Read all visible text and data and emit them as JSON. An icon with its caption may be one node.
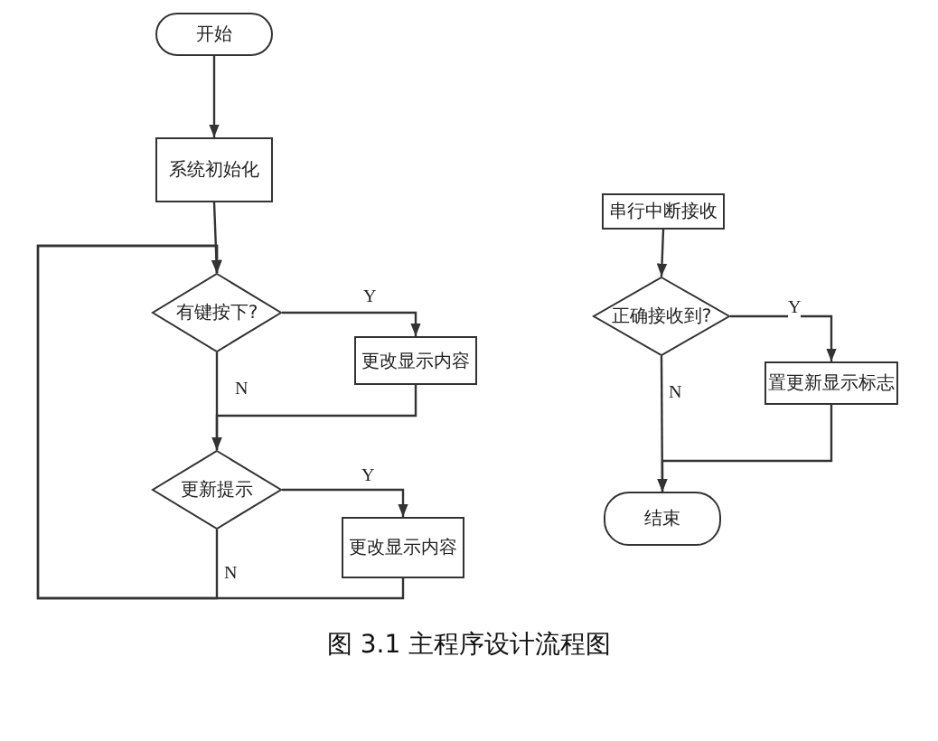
{
  "diagram": {
    "caption": "图 3.1 主程序设计流程图",
    "nodes": [
      {
        "text": [
          "开始"
        ]
      },
      {
        "text": [
          "系统初始化"
        ]
      },
      {
        "text": [
          "有键按下?"
        ]
      },
      {
        "text": [
          "更改显示内容"
        ]
      },
      {
        "text": [
          "更新提示"
        ]
      },
      {
        "text": [
          "更改显示内容"
        ]
      },
      {
        "text": [
          "串行中断接收"
        ]
      },
      {
        "text": [
          "正确接收到?"
        ]
      },
      {
        "text": [
          "置更新显示标志"
        ]
      },
      {
        "text": [
          "结束"
        ]
      }
    ],
    "edges": [
      {
        "from": 0,
        "to": 1,
        "arrow": "to"
      },
      {
        "from": 1,
        "to": 2,
        "arrow": "to"
      },
      {
        "from": 2,
        "to": 3,
        "arrow": "to",
        "label": "Y"
      },
      {
        "from": 2,
        "to": 4,
        "arrow": "to",
        "label": "N"
      },
      {
        "from": 3,
        "to": 4,
        "arrow": "to"
      },
      {
        "from": 4,
        "to": 5,
        "arrow": "to",
        "label": "Y"
      },
      {
        "from": 4,
        "to": 2,
        "arrow": "to",
        "label": "N"
      },
      {
        "from": 5,
        "to": 2,
        "arrow": "to"
      },
      {
        "from": 6,
        "to": 7,
        "arrow": "to"
      },
      {
        "from": 7,
        "to": 8,
        "arrow": "to",
        "label": "Y"
      },
      {
        "from": 7,
        "to": 9,
        "arrow": "to",
        "label": "N"
      },
      {
        "from": 8,
        "to": 9,
        "arrow": "to"
      }
    ]
  }
}
